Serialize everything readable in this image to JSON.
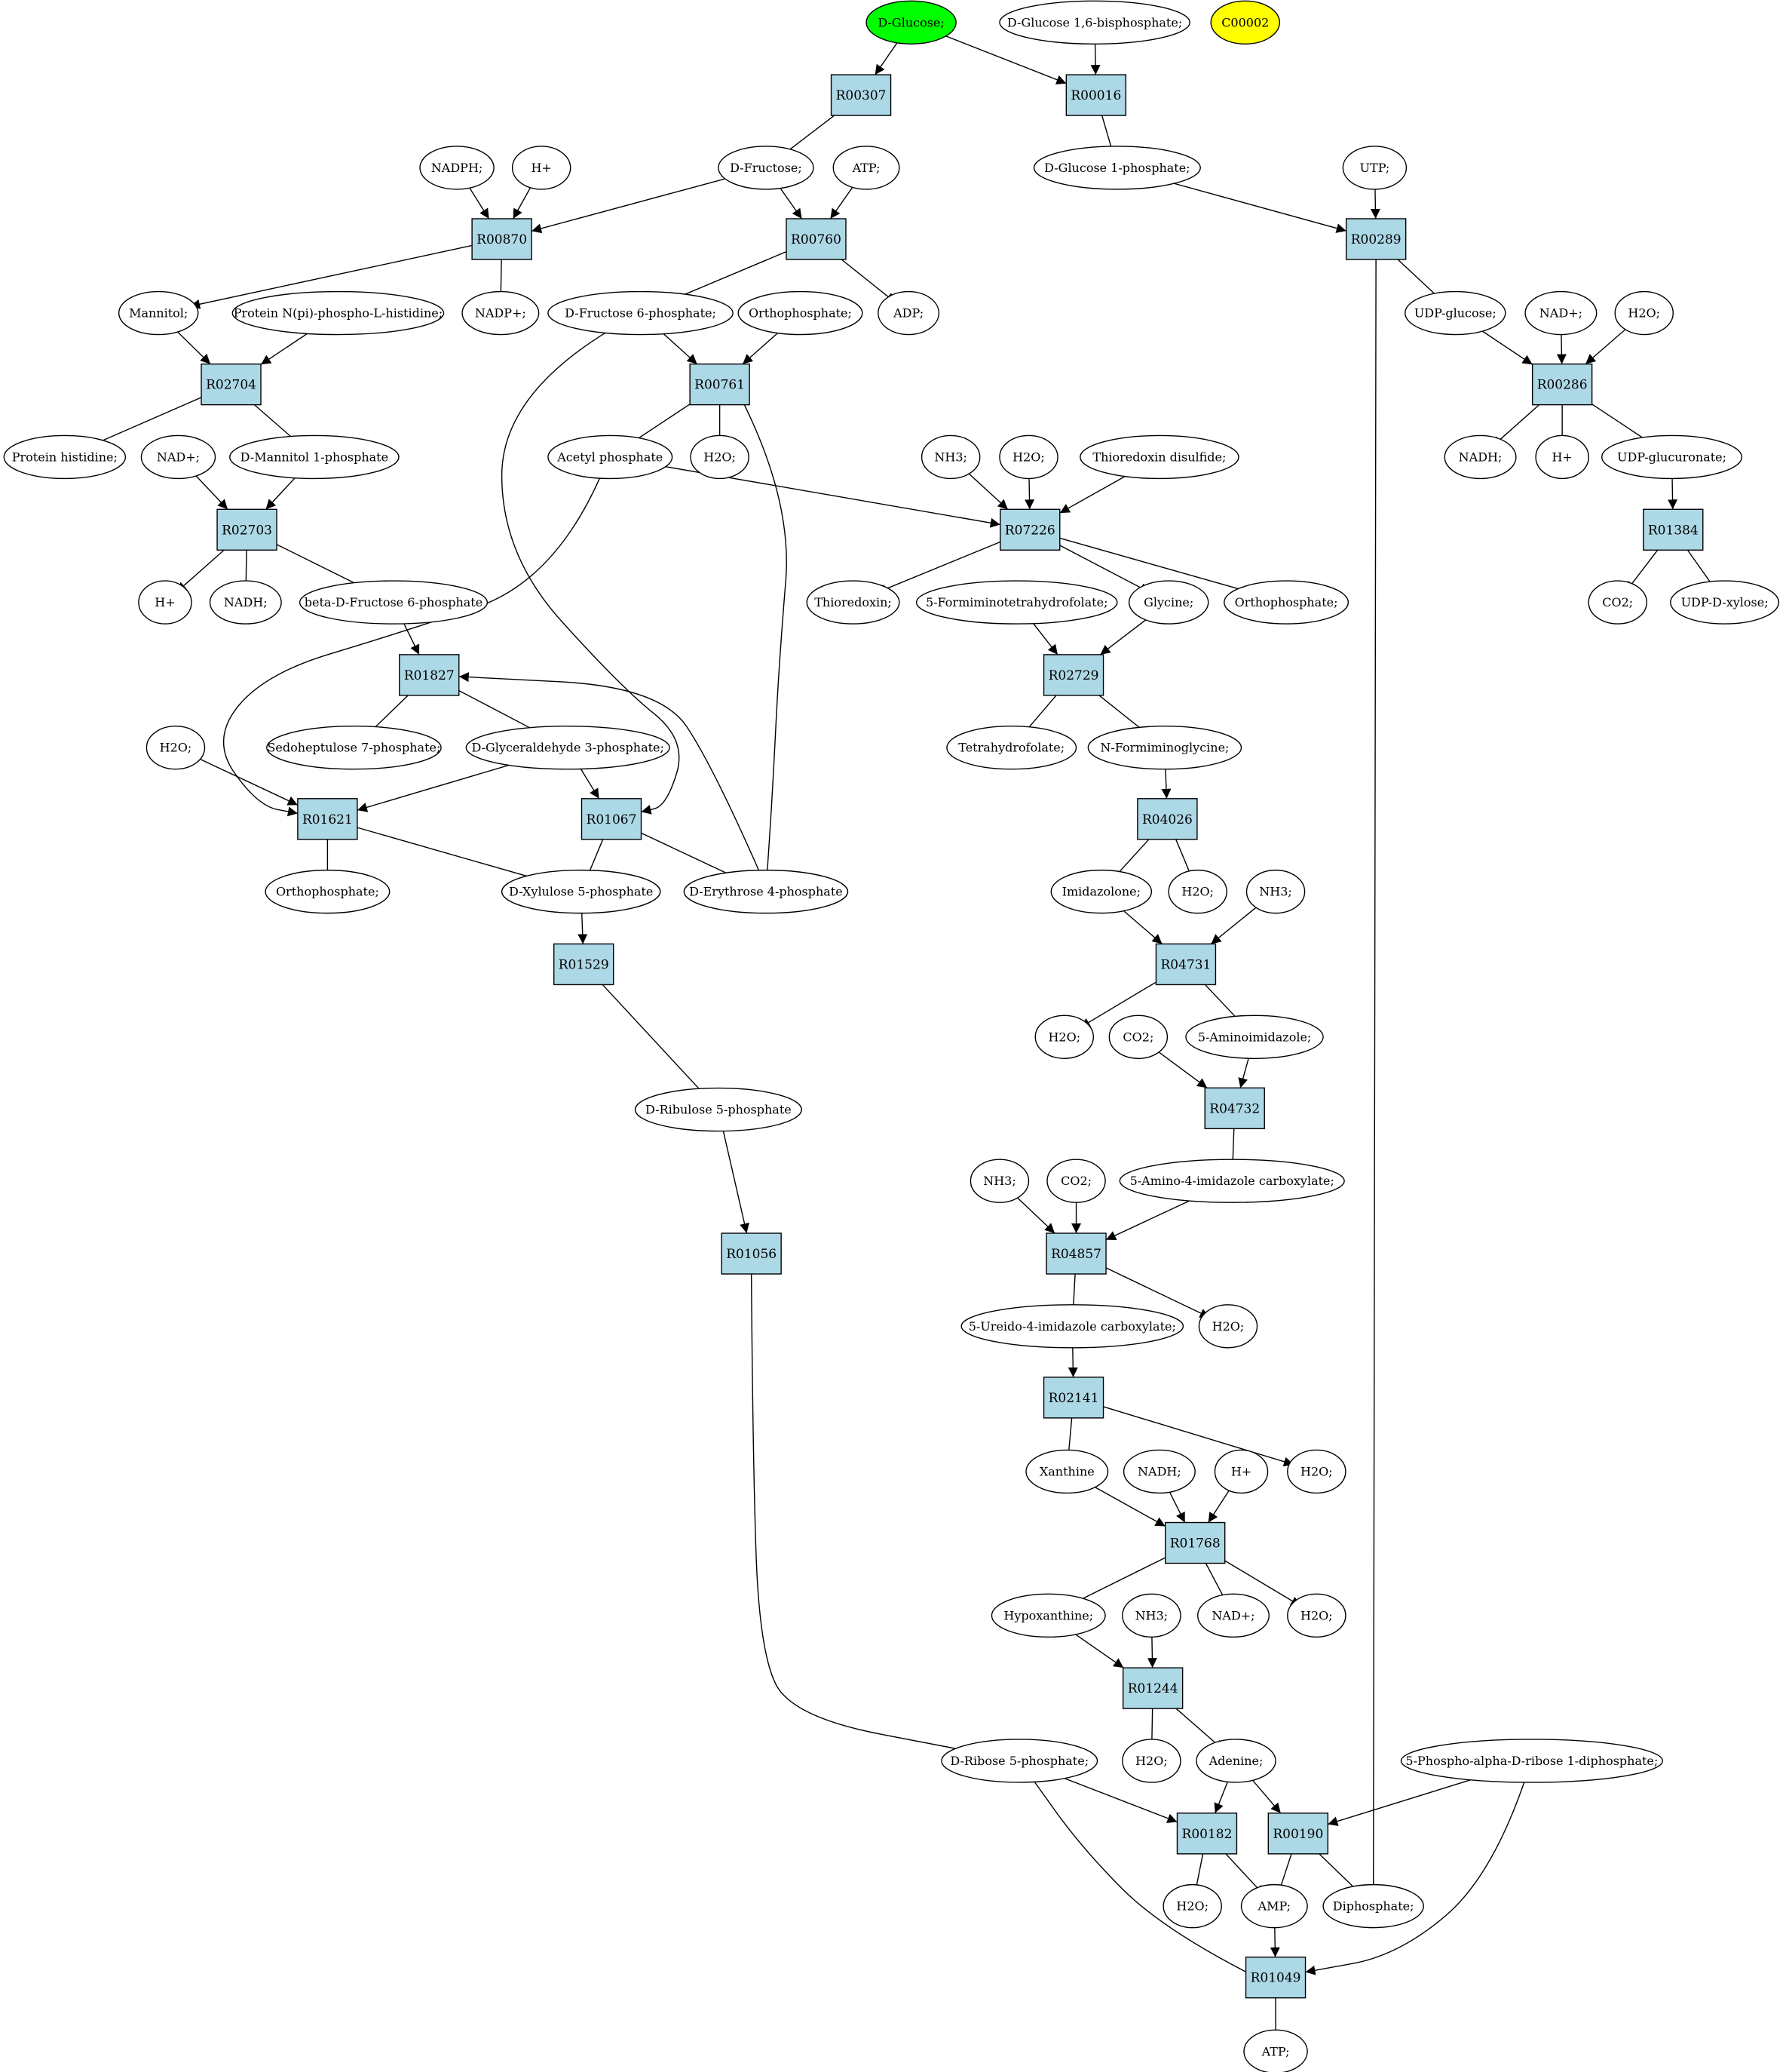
{
  "colors": {
    "reaction_fill": "#add8e6",
    "start_compound_fill": "#00ff00",
    "highlight_compound_fill": "#ffff00",
    "compound_fill": "#ffffff",
    "stroke": "#000000"
  },
  "reactions": [
    {
      "id": "R00307",
      "label": "R00307"
    },
    {
      "id": "R00016",
      "label": "R00016"
    },
    {
      "id": "R00870",
      "label": "R00870"
    },
    {
      "id": "R00760",
      "label": "R00760"
    },
    {
      "id": "R00289",
      "label": "R00289"
    },
    {
      "id": "R02704",
      "label": "R02704"
    },
    {
      "id": "R00761",
      "label": "R00761"
    },
    {
      "id": "R00286",
      "label": "R00286"
    },
    {
      "id": "R02703",
      "label": "R02703"
    },
    {
      "id": "R07226",
      "label": "R07226"
    },
    {
      "id": "R01384",
      "label": "R01384"
    },
    {
      "id": "R01827",
      "label": "R01827"
    },
    {
      "id": "R02729",
      "label": "R02729"
    },
    {
      "id": "R01621",
      "label": "R01621"
    },
    {
      "id": "R01067",
      "label": "R01067"
    },
    {
      "id": "R04026",
      "label": "R04026"
    },
    {
      "id": "R01529",
      "label": "R01529"
    },
    {
      "id": "R04731",
      "label": "R04731"
    },
    {
      "id": "R04732",
      "label": "R04732"
    },
    {
      "id": "R01056",
      "label": "R01056"
    },
    {
      "id": "R04857",
      "label": "R04857"
    },
    {
      "id": "R02141",
      "label": "R02141"
    },
    {
      "id": "R01768",
      "label": "R01768"
    },
    {
      "id": "R01244",
      "label": "R01244"
    },
    {
      "id": "R00182",
      "label": "R00182"
    },
    {
      "id": "R00190",
      "label": "R00190"
    },
    {
      "id": "R01049",
      "label": "R01049"
    }
  ],
  "compounds": [
    {
      "id": "c_glucose",
      "label": "D-Glucose;",
      "fill": "start_compound_fill"
    },
    {
      "id": "c_g16bp",
      "label": "D-Glucose 1,6-bisphosphate;"
    },
    {
      "id": "c_c00002",
      "label": "C00002",
      "fill": "highlight_compound_fill"
    },
    {
      "id": "c_nadph",
      "label": "NADPH;"
    },
    {
      "id": "c_hplus1",
      "label": "H+"
    },
    {
      "id": "c_fructose",
      "label": "D-Fructose;"
    },
    {
      "id": "c_atp1",
      "label": "ATP;"
    },
    {
      "id": "c_g1p",
      "label": "D-Glucose 1-phosphate;"
    },
    {
      "id": "c_utp",
      "label": "UTP;"
    },
    {
      "id": "c_mannitol",
      "label": "Mannitol;"
    },
    {
      "id": "c_protnphis",
      "label": "Protein N(pi)-phospho-L-histidine;"
    },
    {
      "id": "c_nadp",
      "label": "NADP+;"
    },
    {
      "id": "c_f6p",
      "label": "D-Fructose 6-phosphate;"
    },
    {
      "id": "c_orthop1",
      "label": "Orthophosphate;"
    },
    {
      "id": "c_adp",
      "label": "ADP;"
    },
    {
      "id": "c_udpglc",
      "label": "UDP-glucose;"
    },
    {
      "id": "c_nad1",
      "label": "NAD+;"
    },
    {
      "id": "c_h2o_a",
      "label": "H2O;"
    },
    {
      "id": "c_prothis",
      "label": "Protein histidine;"
    },
    {
      "id": "c_nad2",
      "label": "NAD+;"
    },
    {
      "id": "c_m1p",
      "label": "D-Mannitol 1-phosphate"
    },
    {
      "id": "c_acetylp",
      "label": "Acetyl phosphate"
    },
    {
      "id": "c_h2o_b",
      "label": "H2O;"
    },
    {
      "id": "c_nh3_a",
      "label": "NH3;"
    },
    {
      "id": "c_h2o_c",
      "label": "H2O;"
    },
    {
      "id": "c_trxss",
      "label": "Thioredoxin disulfide;"
    },
    {
      "id": "c_nadh1",
      "label": "NADH;"
    },
    {
      "id": "c_hplus2",
      "label": "H+"
    },
    {
      "id": "c_udpglcur",
      "label": "UDP-glucuronate;"
    },
    {
      "id": "c_hplus3",
      "label": "H+"
    },
    {
      "id": "c_nadh2",
      "label": "NADH;"
    },
    {
      "id": "c_bf6p",
      "label": "beta-D-Fructose 6-phosphate"
    },
    {
      "id": "c_trx",
      "label": "Thioredoxin;"
    },
    {
      "id": "c_5fthf",
      "label": "5-Formiminotetrahydrofolate;"
    },
    {
      "id": "c_glycine",
      "label": "Glycine;"
    },
    {
      "id": "c_orthop2",
      "label": "Orthophosphate;"
    },
    {
      "id": "c_co2_a",
      "label": "CO2;"
    },
    {
      "id": "c_udpxyl",
      "label": "UDP-D-xylose;"
    },
    {
      "id": "c_h2o_d",
      "label": "H2O;"
    },
    {
      "id": "c_s7p",
      "label": "Sedoheptulose 7-phosphate;"
    },
    {
      "id": "c_g3p",
      "label": "D-Glyceraldehyde 3-phosphate;"
    },
    {
      "id": "c_thf",
      "label": "Tetrahydrofolate;"
    },
    {
      "id": "c_nfgly",
      "label": "N-Formiminoglycine;"
    },
    {
      "id": "c_orthop3",
      "label": "Orthophosphate;"
    },
    {
      "id": "c_xu5p",
      "label": "D-Xylulose 5-phosphate"
    },
    {
      "id": "c_e4p",
      "label": "D-Erythrose 4-phosphate"
    },
    {
      "id": "c_imidazolone",
      "label": "Imidazolone;"
    },
    {
      "id": "c_h2o_e",
      "label": "H2O;"
    },
    {
      "id": "c_nh3_b",
      "label": "NH3;"
    },
    {
      "id": "c_h2o_f",
      "label": "H2O;"
    },
    {
      "id": "c_co2_b",
      "label": "CO2;"
    },
    {
      "id": "c_5ai",
      "label": "5-Aminoimidazole;"
    },
    {
      "id": "c_ru5p",
      "label": "D-Ribulose 5-phosphate"
    },
    {
      "id": "c_nh3_c",
      "label": "NH3;"
    },
    {
      "id": "c_co2_c",
      "label": "CO2;"
    },
    {
      "id": "c_5a4ic",
      "label": "5-Amino-4-imidazole carboxylate;"
    },
    {
      "id": "c_h2o_g",
      "label": "H2O;"
    },
    {
      "id": "c_5u4ic",
      "label": "5-Ureido-4-imidazole carboxylate;"
    },
    {
      "id": "c_xanthine",
      "label": "Xanthine"
    },
    {
      "id": "c_nadh3",
      "label": "NADH;"
    },
    {
      "id": "c_hplus4",
      "label": "H+"
    },
    {
      "id": "c_h2o_h",
      "label": "H2O;"
    },
    {
      "id": "c_hypox",
      "label": "Hypoxanthine;"
    },
    {
      "id": "c_nh3_d",
      "label": "NH3;"
    },
    {
      "id": "c_nad3",
      "label": "NAD+;"
    },
    {
      "id": "c_h2o_i",
      "label": "H2O;"
    },
    {
      "id": "c_r5p",
      "label": "D-Ribose 5-phosphate;"
    },
    {
      "id": "c_h2o_j",
      "label": "H2O;"
    },
    {
      "id": "c_adenine",
      "label": "Adenine;"
    },
    {
      "id": "c_prpp",
      "label": "5-Phospho-alpha-D-ribose 1-diphosphate;"
    },
    {
      "id": "c_h2o_k",
      "label": "H2O;"
    },
    {
      "id": "c_amp",
      "label": "AMP;"
    },
    {
      "id": "c_diphos",
      "label": "Diphosphate;"
    },
    {
      "id": "c_atp2",
      "label": "ATP;"
    }
  ],
  "edges": [
    [
      "c_glucose",
      "R00307"
    ],
    [
      "c_glucose",
      "R00016"
    ],
    [
      "c_g16bp",
      "R00016"
    ],
    [
      "R00307",
      "c_fructose"
    ],
    [
      "R00016",
      "c_g1p"
    ],
    [
      "c_nadph",
      "R00870"
    ],
    [
      "c_hplus1",
      "R00870"
    ],
    [
      "c_fructose",
      "R00870"
    ],
    [
      "c_fructose",
      "R00760"
    ],
    [
      "c_atp1",
      "R00760"
    ],
    [
      "c_g1p",
      "R00289"
    ],
    [
      "c_utp",
      "R00289"
    ],
    [
      "R00870",
      "c_mannitol"
    ],
    [
      "R00870",
      "c_nadp"
    ],
    [
      "R00760",
      "c_f6p"
    ],
    [
      "R00760",
      "c_adp"
    ],
    [
      "R00289",
      "c_udpglc"
    ],
    [
      "R00289",
      "c_diphos"
    ],
    [
      "c_mannitol",
      "R02704"
    ],
    [
      "c_protnphis",
      "R02704"
    ],
    [
      "c_f6p",
      "R00761"
    ],
    [
      "c_orthop1",
      "R00761"
    ],
    [
      "c_f6p",
      "R01067"
    ],
    [
      "c_udpglc",
      "R00286"
    ],
    [
      "c_nad1",
      "R00286"
    ],
    [
      "c_h2o_a",
      "R00286"
    ],
    [
      "R02704",
      "c_prothis"
    ],
    [
      "R02704",
      "c_m1p"
    ],
    [
      "R00761",
      "c_acetylp"
    ],
    [
      "R00761",
      "c_h2o_b"
    ],
    [
      "R00761",
      "c_e4p"
    ],
    [
      "R00286",
      "c_nadh1"
    ],
    [
      "R00286",
      "c_hplus2"
    ],
    [
      "R00286",
      "c_udpglcur"
    ],
    [
      "c_nad2",
      "R02703"
    ],
    [
      "c_m1p",
      "R02703"
    ],
    [
      "c_acetylp",
      "R07226"
    ],
    [
      "c_acetylp",
      "R01621"
    ],
    [
      "c_nh3_a",
      "R07226"
    ],
    [
      "c_h2o_c",
      "R07226"
    ],
    [
      "c_trxss",
      "R07226"
    ],
    [
      "c_udpglcur",
      "R01384"
    ],
    [
      "R02703",
      "c_hplus3"
    ],
    [
      "R02703",
      "c_nadh2"
    ],
    [
      "R02703",
      "c_bf6p"
    ],
    [
      "R07226",
      "c_trx"
    ],
    [
      "R07226",
      "c_glycine"
    ],
    [
      "R07226",
      "c_orthop2"
    ],
    [
      "R01384",
      "c_co2_a"
    ],
    [
      "R01384",
      "c_udpxyl"
    ],
    [
      "c_bf6p",
      "R01827"
    ],
    [
      "c_5fthf",
      "R02729"
    ],
    [
      "c_glycine",
      "R02729"
    ],
    [
      "R01827",
      "c_s7p"
    ],
    [
      "R01827",
      "c_g3p"
    ],
    [
      "R02729",
      "c_thf"
    ],
    [
      "R02729",
      "c_nfgly"
    ],
    [
      "c_h2o_d",
      "R01621"
    ],
    [
      "c_g3p",
      "R01621"
    ],
    [
      "c_g3p",
      "R01067"
    ],
    [
      "c_nfgly",
      "R04026"
    ],
    [
      "R01621",
      "c_orthop3"
    ],
    [
      "R01621",
      "c_xu5p"
    ],
    [
      "R01067",
      "c_xu5p"
    ],
    [
      "R01067",
      "c_e4p"
    ],
    [
      "c_e4p",
      "R01827"
    ],
    [
      "R04026",
      "c_imidazolone"
    ],
    [
      "R04026",
      "c_h2o_e"
    ],
    [
      "c_xu5p",
      "R01529"
    ],
    [
      "c_imidazolone",
      "R04731"
    ],
    [
      "c_nh3_b",
      "R04731"
    ],
    [
      "R04731",
      "c_h2o_f"
    ],
    [
      "R04731",
      "c_5ai"
    ],
    [
      "c_co2_b",
      "R04732"
    ],
    [
      "c_5ai",
      "R04732"
    ],
    [
      "R01529",
      "c_ru5p"
    ],
    [
      "R04732",
      "c_5a4ic"
    ],
    [
      "c_ru5p",
      "R01056"
    ],
    [
      "c_nh3_c",
      "R04857"
    ],
    [
      "c_co2_c",
      "R04857"
    ],
    [
      "c_5a4ic",
      "R04857"
    ],
    [
      "R04857",
      "c_h2o_g"
    ],
    [
      "R04857",
      "c_5u4ic"
    ],
    [
      "c_5u4ic",
      "R02141"
    ],
    [
      "R02141",
      "c_xanthine"
    ],
    [
      "R02141",
      "c_h2o_h"
    ],
    [
      "c_xanthine",
      "R01768"
    ],
    [
      "c_nadh3",
      "R01768"
    ],
    [
      "c_hplus4",
      "R01768"
    ],
    [
      "R01768",
      "c_hypox"
    ],
    [
      "R01768",
      "c_nad3"
    ],
    [
      "R01768",
      "c_h2o_i"
    ],
    [
      "c_hypox",
      "R01244"
    ],
    [
      "c_nh3_d",
      "R01244"
    ],
    [
      "R01244",
      "c_h2o_j"
    ],
    [
      "R01244",
      "c_adenine"
    ],
    [
      "R01056",
      "c_r5p"
    ],
    [
      "c_r5p",
      "R00182"
    ],
    [
      "c_adenine",
      "R00182"
    ],
    [
      "c_adenine",
      "R00190"
    ],
    [
      "c_prpp",
      "R00190"
    ],
    [
      "R00182",
      "c_h2o_k"
    ],
    [
      "R00182",
      "c_amp"
    ],
    [
      "R00190",
      "c_amp"
    ],
    [
      "R00190",
      "c_diphos"
    ],
    [
      "c_amp",
      "R01049"
    ],
    [
      "c_prpp",
      "R01049"
    ],
    [
      "R01049",
      "c_atp2"
    ],
    [
      "R01049",
      "c_r5p"
    ]
  ]
}
